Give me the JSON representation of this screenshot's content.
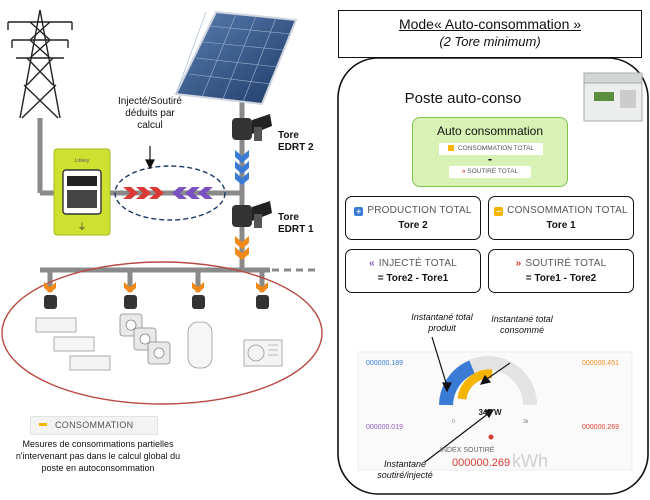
{
  "header": {
    "title": "Mode« Auto-consommation »",
    "subtitle": "(2 Tore minimum)"
  },
  "poste": {
    "title": "Poste auto-conso",
    "auto_box": {
      "title": "Auto consommation",
      "line1": "CONSOMMATION TOTAL",
      "minus": "-",
      "line2": "SOUTIRÉ TOTAL"
    },
    "cards": [
      {
        "label": "PRODUCTION TOTAL",
        "value": "Tore 2",
        "icon": "plus-icon",
        "color": "#3a7bd5"
      },
      {
        "label": "CONSOMMATION TOTAL",
        "value": "Tore 1",
        "icon": "minus-icon",
        "color": "#f5b400"
      },
      {
        "label": "INJECTÉ TOTAL",
        "value": "= Tore2 - Tore1",
        "icon": "double-left-arrow-icon",
        "color": "#8e5bc4"
      },
      {
        "label": "SOUTIRÉ TOTAL",
        "value": "= Tore1 - Tore2",
        "icon": "double-right-arrow-icon",
        "color": "#e0413a"
      }
    ]
  },
  "gauge": {
    "top_left": "000000.189",
    "top_right": "000000.451",
    "mid_left": "000000.019",
    "mid_right": "000000.269",
    "power": "347 W",
    "scale_min": "0",
    "scale_max": "3k",
    "index_label": "INDEX SOUTIRÉ",
    "index_value": "000000.269",
    "unit": "kWh",
    "color_production": "#3a7bd5",
    "color_consumption": "#f5b400"
  },
  "annotations": {
    "prod": [
      "Instantané total",
      "produit"
    ],
    "cons": [
      "Instantané total",
      "consommé"
    ],
    "sout": [
      "Instantané",
      "soutiré/injecté"
    ]
  },
  "left": {
    "calc_note": [
      "Injecté/Soutiré",
      "déduits par",
      "calcul"
    ],
    "tore2": [
      "Tore",
      "EDRT 2"
    ],
    "tore1": [
      "Tore",
      "EDRT 1"
    ],
    "meter_brand": "Linkey",
    "conso_badge": "CONSOMMATION",
    "conso_note": [
      "Mesures de consommations partielles",
      "n'intervenant pas dans le calcul global du",
      "poste en autoconsommation"
    ]
  }
}
